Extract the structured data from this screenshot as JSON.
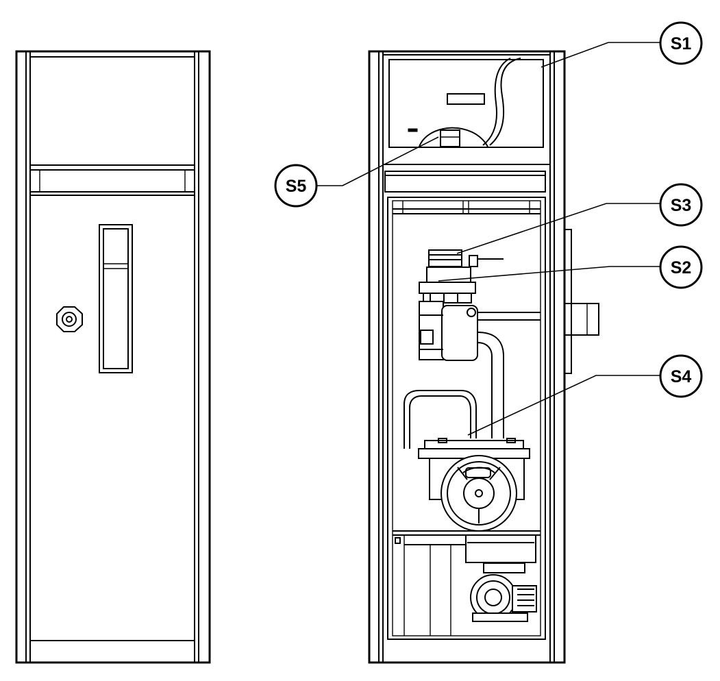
{
  "callouts": {
    "s1": "S1",
    "s2": "S2",
    "s3": "S3",
    "s4": "S4",
    "s5": "S5"
  },
  "colors": {
    "line": "#000000",
    "background": "#ffffff"
  }
}
